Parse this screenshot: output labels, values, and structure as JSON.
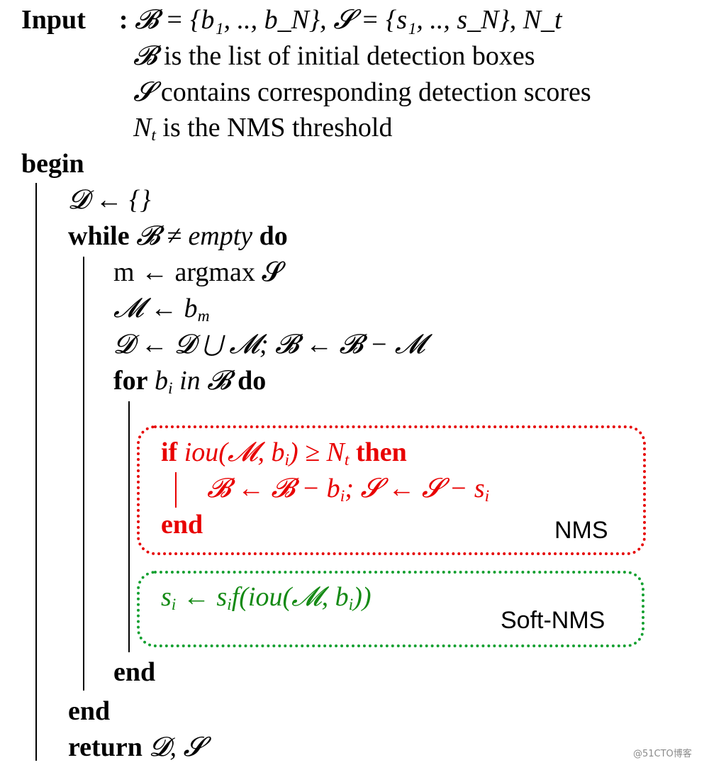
{
  "input": {
    "keyword": "Input",
    "colon": ":",
    "signature": "𝓑 = {b₁, .., b_N}, 𝓢 = {s₁, .., s_N}, N_t",
    "desc_B": "is the list of initial detection boxes",
    "desc_S": "contains corresponding detection scores",
    "desc_Nt": "is the NMS threshold"
  },
  "keywords": {
    "begin": "begin",
    "while": "while",
    "empty": "empty",
    "do": "do",
    "for": "for",
    "in": "in",
    "if": "if",
    "then": "then",
    "end": "end",
    "return": "return"
  },
  "steps": {
    "init_D": "𝓓 ← {}",
    "while_cond": "𝓑 ≠",
    "m_assign": "m ← argmax 𝓢",
    "M_assign": "𝓜 ← b",
    "D_update": "𝓓 ← 𝓓 ⋃ 𝓜; 𝓑 ← 𝓑 − 𝓜",
    "for_var": "b",
    "for_set": "𝓑",
    "if_cond": "iou(𝓜, b",
    "if_rhs": ") ≥ N",
    "if_body": "𝓑 ← 𝓑 − b",
    "if_body_2": "; 𝓢 ← 𝓢 − s",
    "soft_lhs": "s",
    "soft_rhs": " ← s",
    "soft_func": "f(iou(𝓜, b",
    "soft_close": "))",
    "return_vals": "𝓓, 𝓢"
  },
  "labels": {
    "nms": "NMS",
    "soft_nms": "Soft-NMS"
  },
  "watermark": "@51CTO博客",
  "colors": {
    "nms_red": "#e60000",
    "soft_nms_green": "#12a030"
  }
}
